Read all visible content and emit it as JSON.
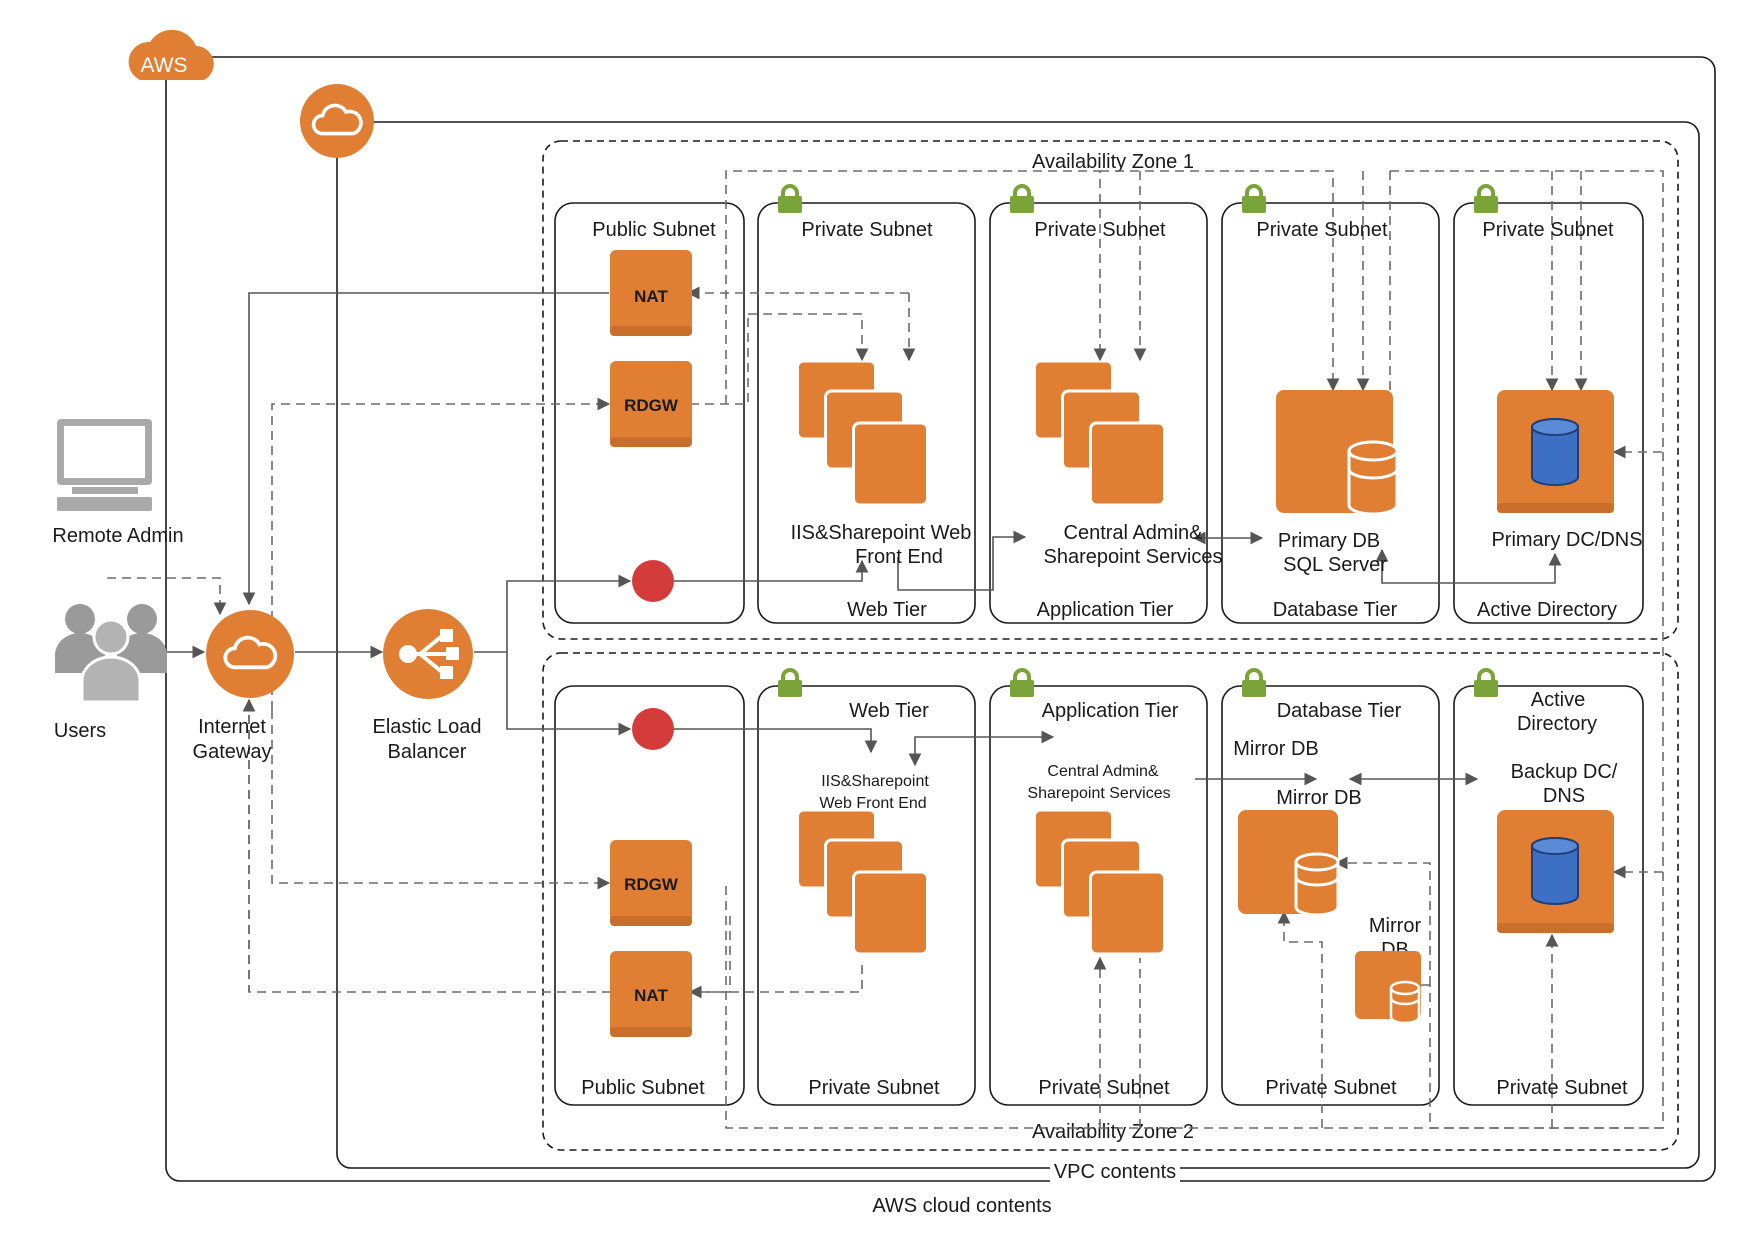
{
  "aws": {
    "badge": "AWS",
    "cloud_contents": "AWS cloud contents"
  },
  "vpc": {
    "contents": "VPC contents"
  },
  "zones": {
    "az1": "Availability Zone 1",
    "az2": "Availability Zone 2"
  },
  "external": {
    "remote_admin": "Remote Admin",
    "users": "Users",
    "internet_gateway_1": "Internet",
    "internet_gateway_2": "Gateway",
    "elb_1": "Elastic Load",
    "elb_2": "Balancer"
  },
  "az1": {
    "public_subnet": "Public Subnet",
    "nat": "NAT",
    "rdgw": "RDGW",
    "web": {
      "subnet": "Private Subnet",
      "title_1": "IIS&Sharepoint Web",
      "title_2": "Front End",
      "tier": "Web Tier"
    },
    "app": {
      "subnet": "Private Subnet",
      "title_1": "Central Admin&",
      "title_2": "Sharepoint Services",
      "tier": "Application Tier"
    },
    "db": {
      "subnet": "Private Subnet",
      "title_1": "Primary DB",
      "title_2": "SQL Server",
      "tier": "Database Tier"
    },
    "ad": {
      "subnet": "Private Subnet",
      "title_1": "Primary DC/DNS",
      "tier": "Active Directory"
    }
  },
  "az2": {
    "public_subnet": "Public Subnet",
    "nat": "NAT",
    "rdgw": "RDGW",
    "web": {
      "tier": "Web Tier",
      "title_1": "IIS&Sharepoint",
      "title_2": "Web Front End",
      "subnet": "Private Subnet"
    },
    "app": {
      "tier": "Application Tier",
      "title_1": "Central Admin&",
      "title_2": "Sharepoint Services",
      "subnet": "Private Subnet"
    },
    "db": {
      "tier": "Database Tier",
      "mirror_1": "Mirror DB",
      "mirror_2": "Mirror DB",
      "mirror_3a": "Mirror",
      "mirror_3b": "DB",
      "subnet": "Private Subnet"
    },
    "ad": {
      "tier_1": "Active",
      "tier_2": "Directory",
      "title_1": "Backup DC/",
      "title_2": "DNS",
      "subnet": "Private Subnet"
    }
  },
  "colors": {
    "orange": "#e07f34",
    "green_lock": "#7aa33a",
    "db_blue": "#3d6fc4",
    "endpoint_red": "#d43c3c"
  }
}
